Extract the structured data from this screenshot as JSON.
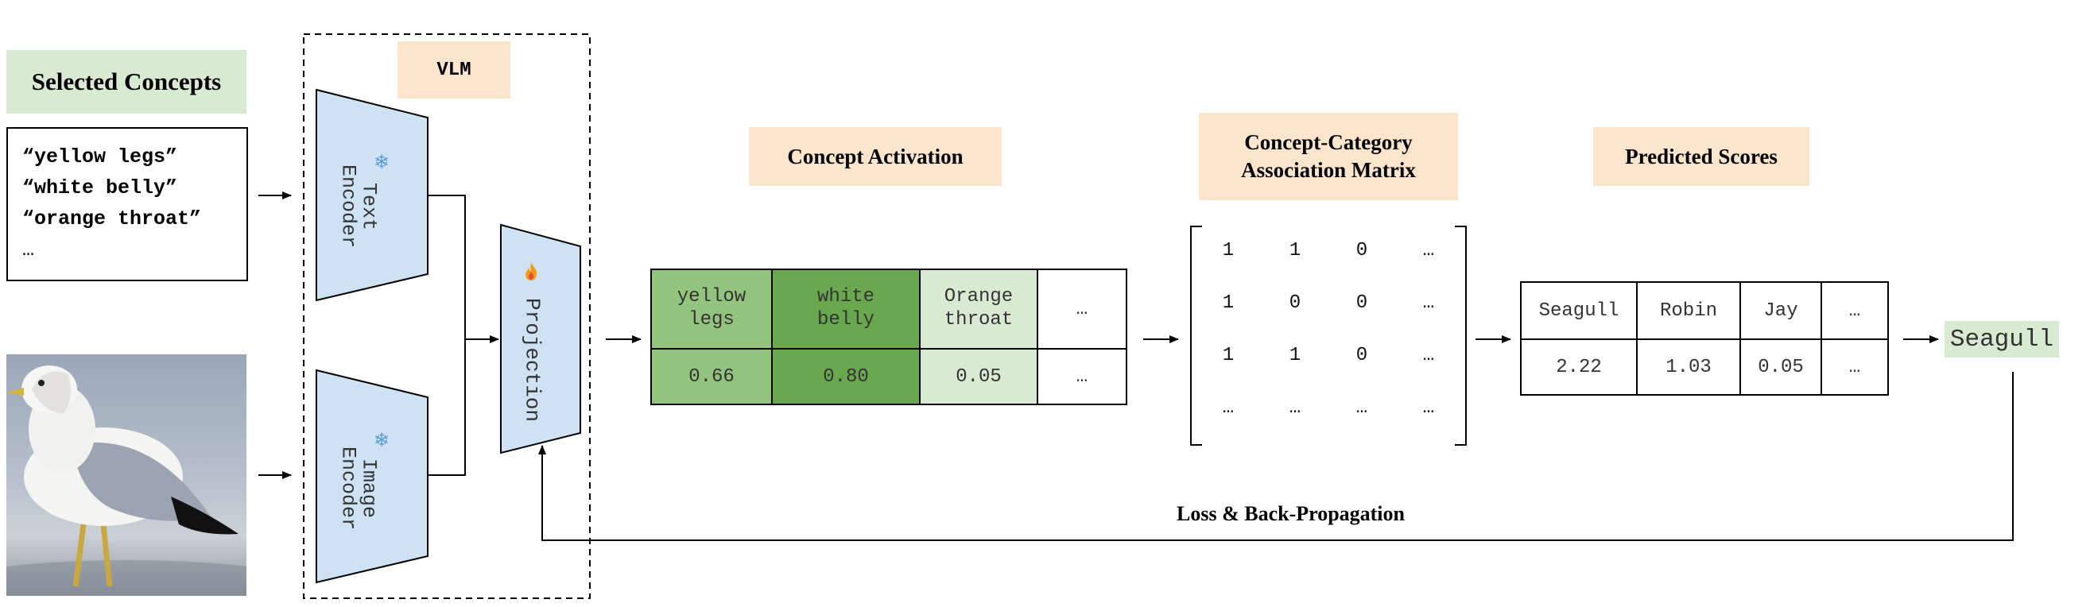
{
  "selected_concepts": {
    "title": "Selected Concepts",
    "lines": [
      "“yellow legs”",
      "“white belly”",
      "“orange throat”",
      "…"
    ]
  },
  "vlm": {
    "title": "VLM",
    "text_encoder": "Text\nEncoder",
    "image_encoder": "Image\nEncoder",
    "projection": "Projection",
    "frozen_icon": "snowflake-icon",
    "trainable_icon": "fire-icon"
  },
  "concept_activation": {
    "title": "Concept Activation",
    "headers": [
      "yellow\nlegs",
      "white\nbelly",
      "Orange\nthroat",
      "…"
    ],
    "values": [
      "0.66",
      "0.80",
      "0.05",
      "…"
    ],
    "colors": [
      "#93c47d",
      "#6aa84f",
      "#d9ead3",
      "#ffffff"
    ]
  },
  "association_matrix": {
    "title": "Concept-Category\nAssociation Matrix",
    "rows": [
      [
        "1",
        "1",
        "0",
        "…"
      ],
      [
        "1",
        "0",
        "0",
        "…"
      ],
      [
        "1",
        "1",
        "0",
        "…"
      ],
      [
        "…",
        "…",
        "…",
        "…"
      ]
    ]
  },
  "predicted_scores": {
    "title": "Predicted Scores",
    "headers": [
      "Seagull",
      "Robin",
      "Jay",
      "…"
    ],
    "values": [
      "2.22",
      "1.03",
      "0.05",
      "…"
    ]
  },
  "output_label": "Seagull",
  "loss_label": "Loss & Back-Propagation",
  "colors": {
    "peach": "#fce5cd",
    "green_label": "#d9ead3",
    "encoder_blue": "#cfe2f3"
  }
}
